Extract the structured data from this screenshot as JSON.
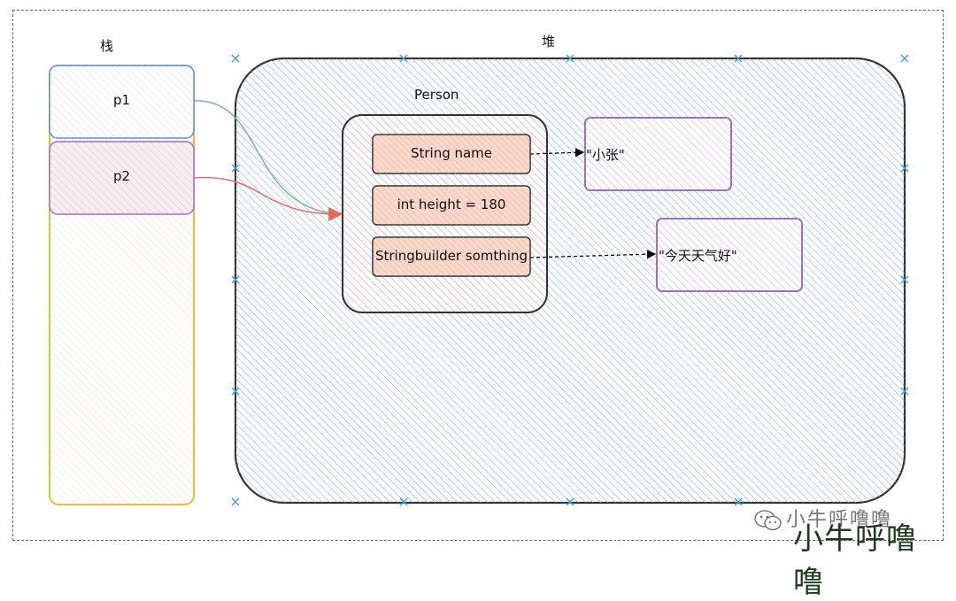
{
  "labels": {
    "stack": "栈",
    "heap": "堆",
    "person": "Person"
  },
  "stack_items": [
    {
      "label": "p1"
    },
    {
      "label": "p2"
    }
  ],
  "person_fields": [
    {
      "label": "String name"
    },
    {
      "label": "int height = 180"
    },
    {
      "label": "Stringbuilder somthing"
    }
  ],
  "heap_values": [
    {
      "label": "\"小张\""
    },
    {
      "label": "\"今天天气好\""
    }
  ],
  "watermark": {
    "text": "小牛呼噜噜"
  },
  "colors": {
    "stack_border": "#e8b93a",
    "stack_fill": "#fde8c8",
    "p1_border": "#5b8fd6",
    "p2_border": "#a06fc0",
    "heap_border": "#333333",
    "heap_hatch": "#7fa4dc",
    "field_fill": "#f3c9b8",
    "value_border": "#9b6fbf",
    "arrow_p1": "#7db8a8",
    "arrow_p2": "#e07070"
  }
}
